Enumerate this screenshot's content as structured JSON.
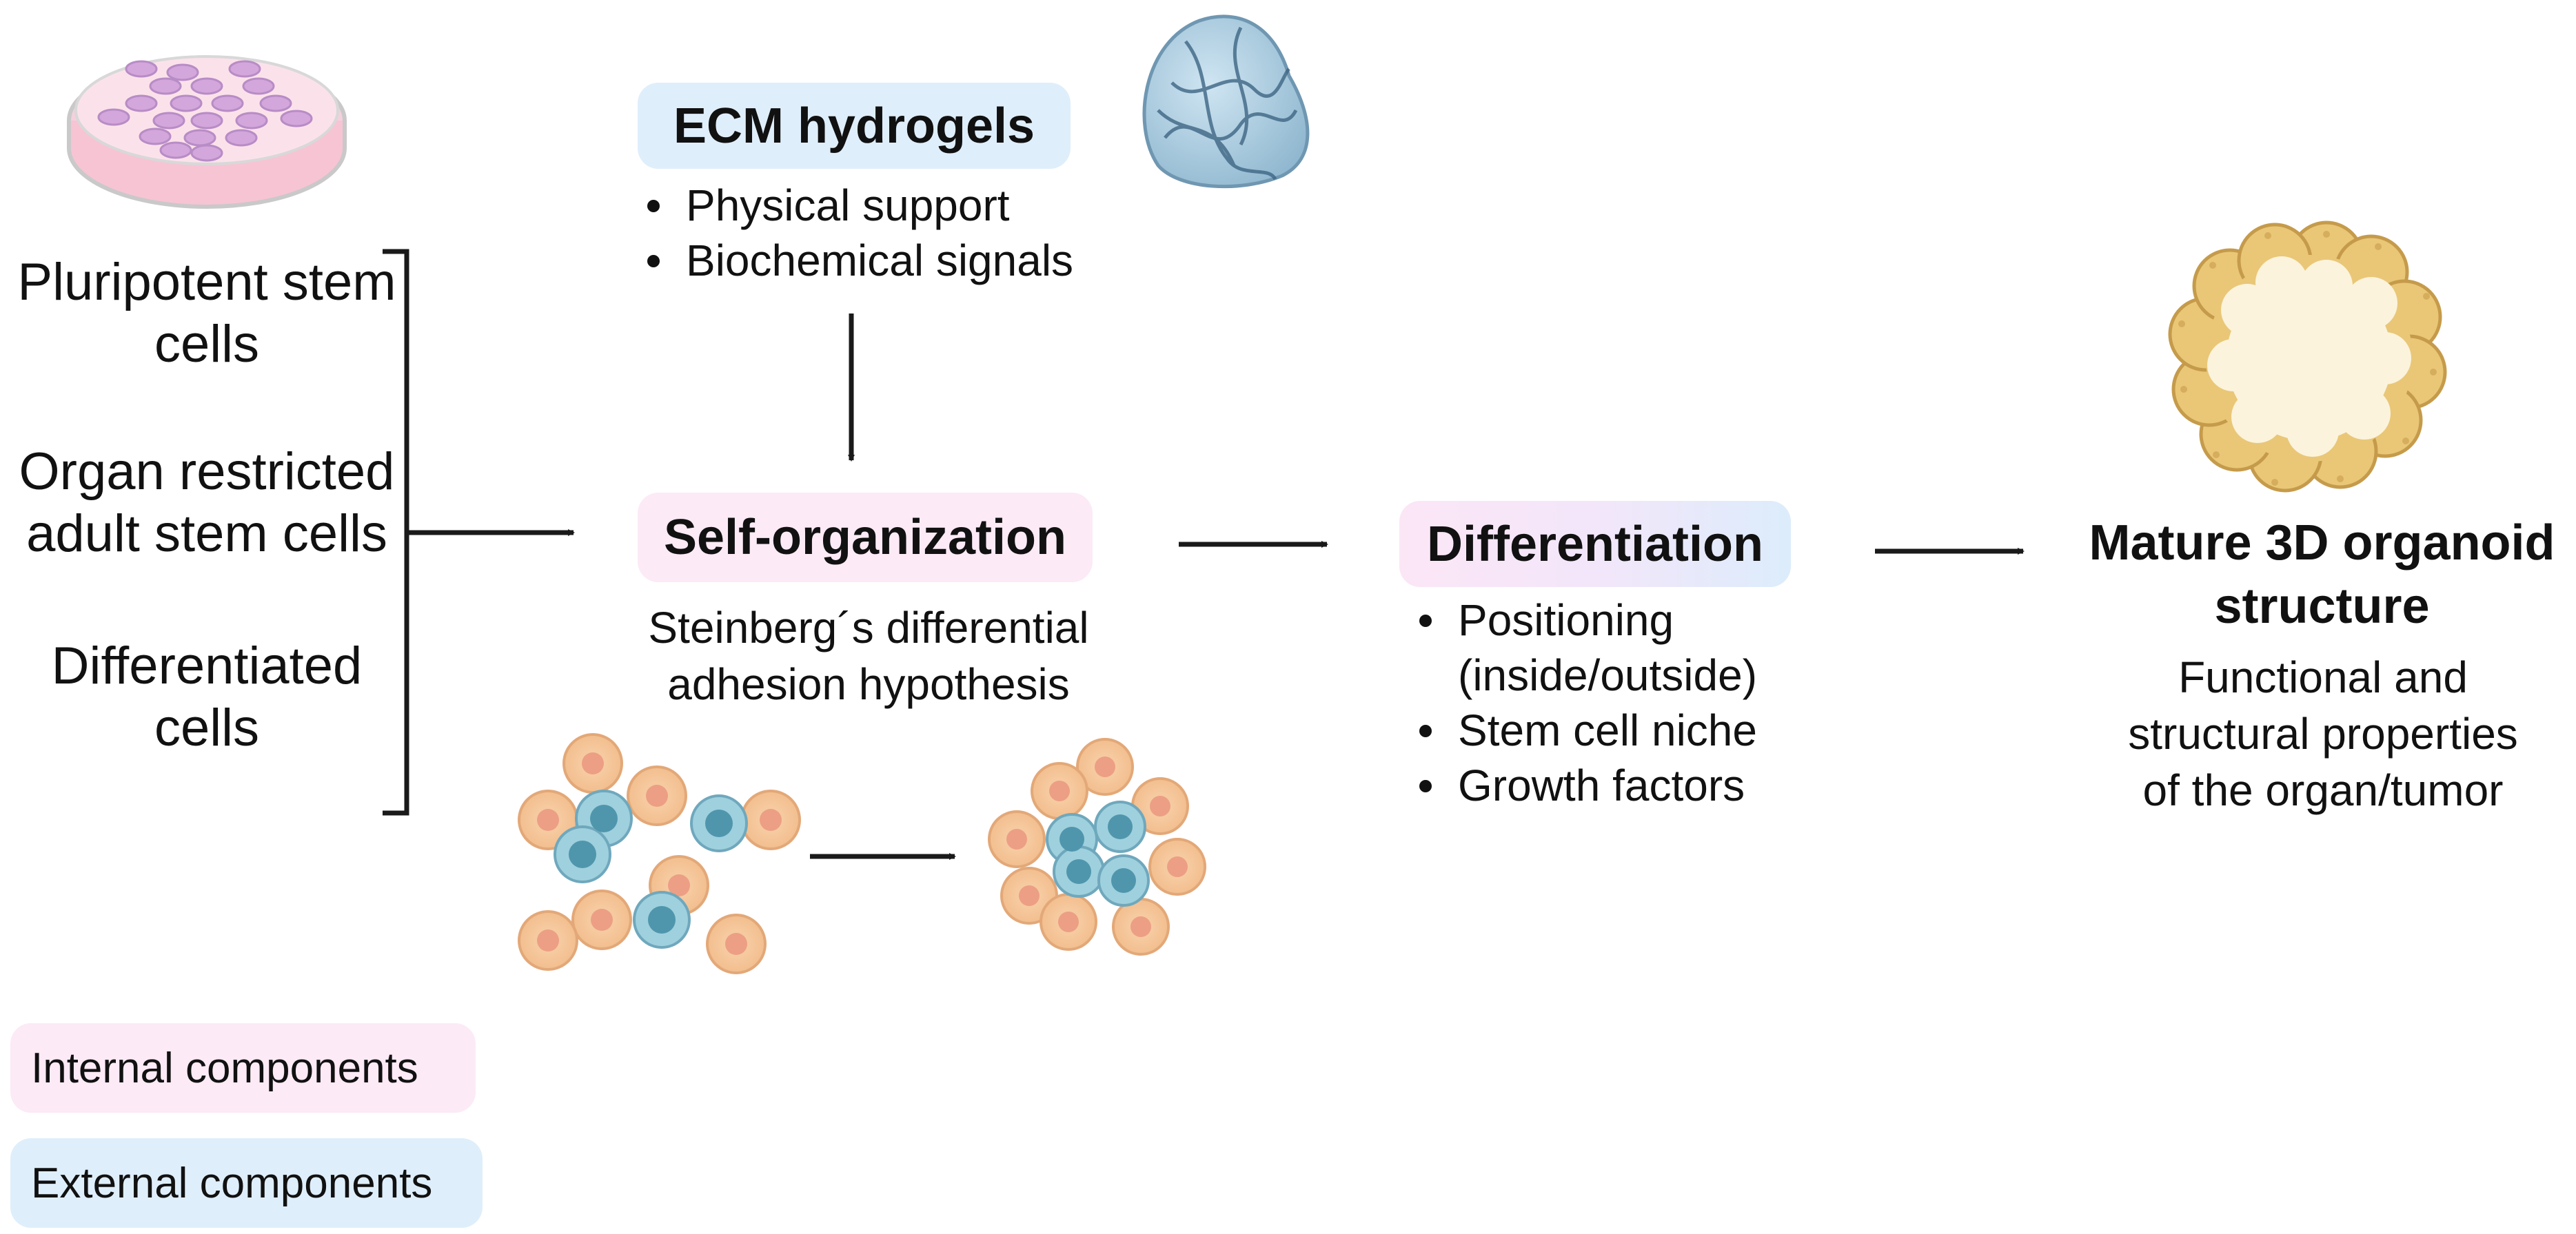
{
  "sources": {
    "pluripotent": "Pluripotent stem cells",
    "organ_restricted": "Organ restricted adult stem cells",
    "differentiated": "Differentiated cells"
  },
  "ecm": {
    "title": "ECM hydrogels",
    "bullets": [
      "Physical support",
      "Biochemical signals"
    ]
  },
  "self_org": {
    "title": "Self-organization",
    "subtitle_line1": "Steinberg´s differential",
    "subtitle_line2": "adhesion hypothesis"
  },
  "differentiation": {
    "title": "Differentiation",
    "bullet1_line1": "Positioning",
    "bullet1_line2": "(inside/outside)",
    "bullet2": "Stem cell niche",
    "bullet3": "Growth factors"
  },
  "organoid": {
    "title_line1": "Mature 3D organoid",
    "title_line2": "structure",
    "desc_line1": "Functional and",
    "desc_line2": "structural properties",
    "desc_line3": "of the organ/tumor"
  },
  "legend": {
    "internal": "Internal components",
    "external": "External components"
  },
  "colors": {
    "internal_pill": "#fceaf6",
    "external_pill": "#dfeefb",
    "arrow": "#1a1a1a",
    "cell_orange": "#f6c9a0",
    "cell_blue": "#8ec8d8"
  },
  "icons": {
    "dish": "petri-dish-icon",
    "hydrogel": "hydrogel-mesh-icon",
    "organoid": "organoid-cross-section-icon"
  }
}
